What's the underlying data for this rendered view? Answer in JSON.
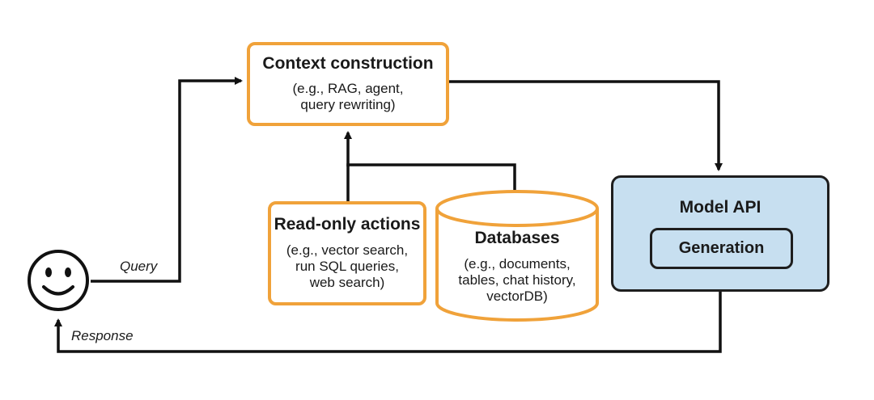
{
  "context_construction": {
    "title": "Context construction",
    "subtitle": "(e.g., RAG, agent,\nquery rewriting)"
  },
  "read_only_actions": {
    "title": "Read-only actions",
    "subtitle": "(e.g., vector search,\nrun SQL queries,\nweb search)"
  },
  "databases": {
    "title": "Databases",
    "subtitle": "(e.g., documents,\ntables, chat history,\nvectorDB)"
  },
  "model_api": {
    "title": "Model API",
    "generation": "Generation"
  },
  "flows": {
    "query": "Query",
    "response": "Response"
  },
  "colors": {
    "box_border": "#f0a23a",
    "model_fill": "#c7dff0",
    "line": "#111111"
  },
  "icons": {
    "user": "smiley-face-icon"
  }
}
